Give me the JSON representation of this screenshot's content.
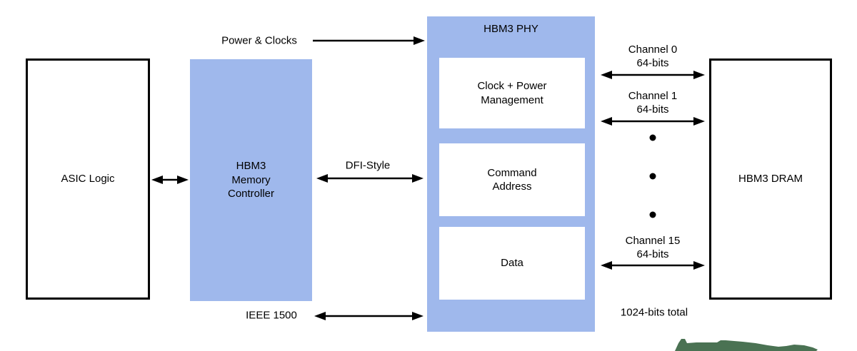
{
  "colors": {
    "block_fill": "#9FB8EC",
    "outline": "#000000",
    "arrow": "#000000",
    "scribble_green": "#4A7253"
  },
  "blocks": {
    "asic_label": "ASIC Logic",
    "controller_label": "HBM3\nMemory\nController",
    "phy_title": "HBM3 PHY",
    "phy_sub": [
      "Clock + Power\nManagement",
      "Command\nAddress",
      "Data"
    ],
    "dram_label": "HBM3 DRAM"
  },
  "connections": {
    "power_clocks": "Power & Clocks",
    "dfi": "DFI-Style",
    "ieee": "IEEE 1500",
    "channels": [
      "Channel 0\n64-bits",
      "Channel 1\n64-bits",
      "Channel 15\n64-bits"
    ],
    "total": "1024-bits total"
  }
}
